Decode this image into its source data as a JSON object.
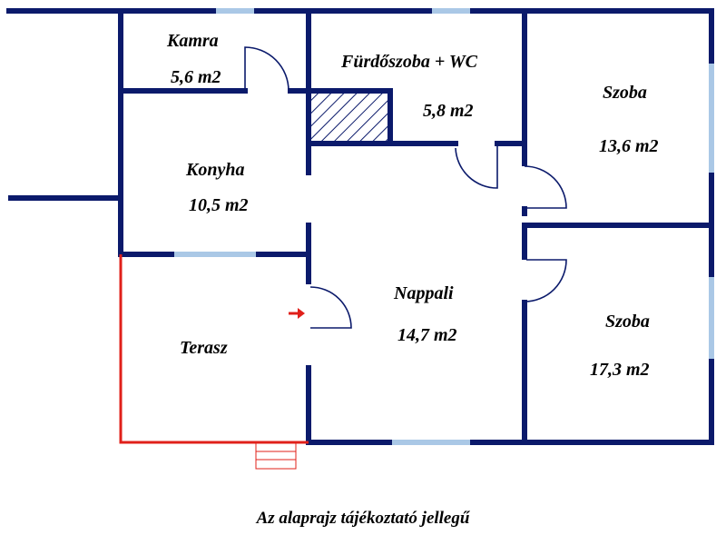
{
  "rooms": [
    {
      "id": "kamra",
      "name": "Kamra",
      "area": "5,6 m2"
    },
    {
      "id": "furdo",
      "name": "Fürdőszoba + WC",
      "area": "5,8 m2"
    },
    {
      "id": "szoba1",
      "name": "Szoba",
      "area": "13,6 m2"
    },
    {
      "id": "konyha",
      "name": "Konyha",
      "area": "10,5 m2"
    },
    {
      "id": "nappali",
      "name": "Nappali",
      "area": "14,7 m2"
    },
    {
      "id": "terasz",
      "name": "Terasz",
      "area": ""
    },
    {
      "id": "szoba2",
      "name": "Szoba",
      "area": "17,3 m2"
    }
  ],
  "caption": "Az alaprajz tájékoztató jellegű",
  "colors": {
    "wall": "#0b1a6b",
    "window": "#aac8e6",
    "terrace": "#e0201a",
    "entrance_arrow": "#e0201a"
  }
}
